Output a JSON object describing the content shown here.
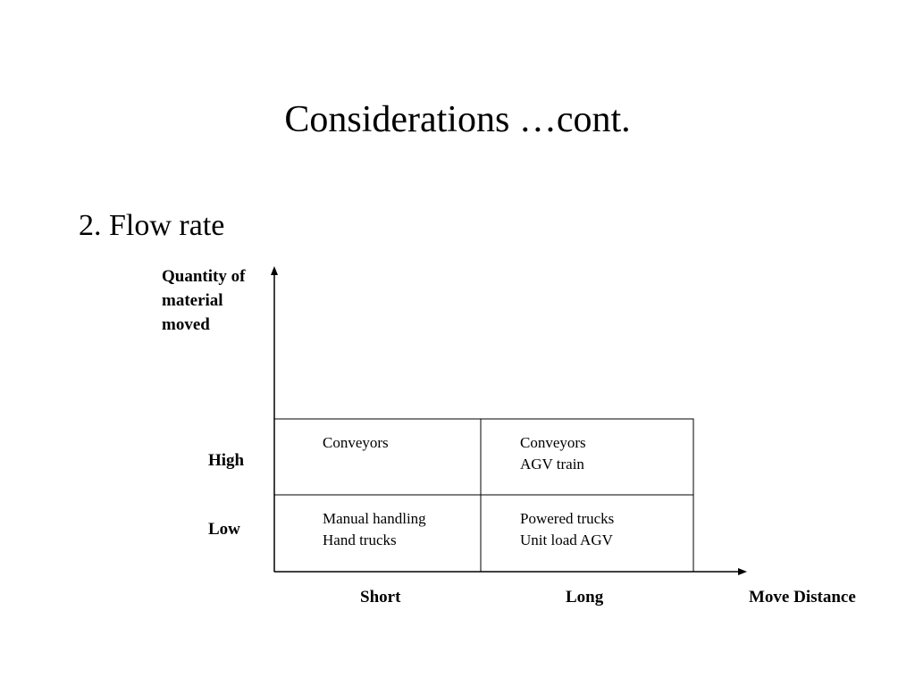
{
  "slide": {
    "title": "Considerations …cont.",
    "section_heading": "2. Flow rate"
  },
  "diagram": {
    "y_axis_title": [
      "Quantity of",
      "material",
      "moved"
    ],
    "x_axis_title": "Move Distance",
    "rows": [
      "High",
      "Low"
    ],
    "columns": [
      "Short",
      "Long"
    ],
    "cells": {
      "high_short": [
        "Conveyors"
      ],
      "high_long": [
        "Conveyors",
        "AGV train"
      ],
      "low_short": [
        "Manual handling",
        "Hand trucks"
      ],
      "low_long": [
        "Powered trucks",
        "Unit load AGV"
      ]
    }
  }
}
